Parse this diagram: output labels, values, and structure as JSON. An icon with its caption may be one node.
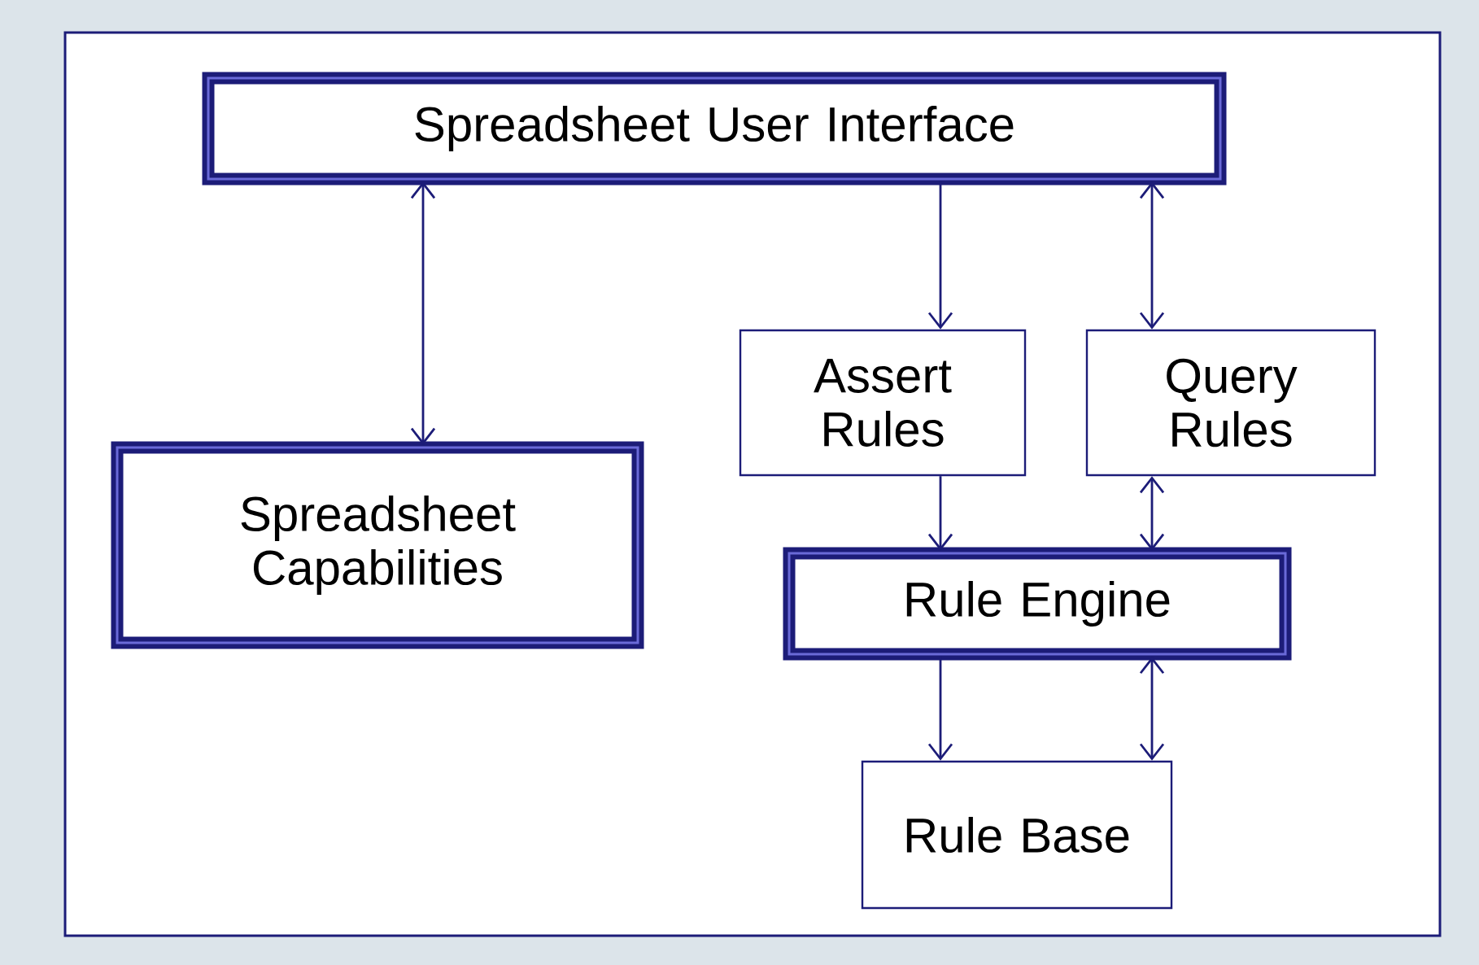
{
  "diagram": {
    "nodes": [
      {
        "text": [
          "Spreadsheet User Interface"
        ]
      },
      {
        "text": [
          "Spreadsheet Capabilities"
        ]
      },
      {
        "text": [
          "Assert Rules"
        ]
      },
      {
        "text": [
          "Query Rules"
        ]
      },
      {
        "text": [
          "Rule Engine"
        ]
      },
      {
        "text": [
          "Rule Base"
        ]
      }
    ],
    "edges": [
      {
        "from": 0,
        "to": 1,
        "arrow": "both"
      },
      {
        "from": 0,
        "to": 2,
        "arrow": "to"
      },
      {
        "from": 0,
        "to": 3,
        "arrow": "both"
      },
      {
        "from": 2,
        "to": 4,
        "arrow": "to"
      },
      {
        "from": 3,
        "to": 4,
        "arrow": "both"
      },
      {
        "from": 4,
        "to": 5,
        "arrow": "to"
      },
      {
        "from": 4,
        "to": 5,
        "arrow": "both"
      }
    ]
  }
}
